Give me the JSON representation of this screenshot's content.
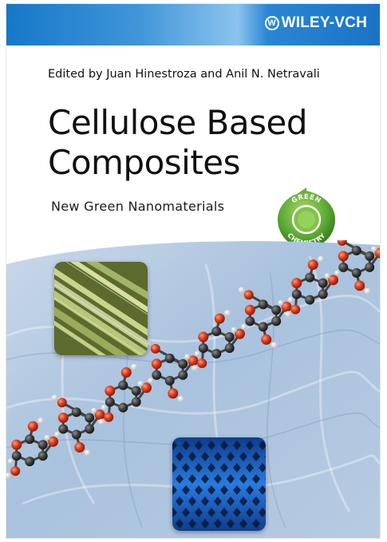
{
  "publisher": {
    "name": "WILEY-VCH",
    "logo_icon": "wiley-seal-icon"
  },
  "cover": {
    "editors_line": "Edited by Juan Hinestroza and Anil N. Netravali",
    "title_line1": "Cellulose Based",
    "title_line2": "Composites",
    "subtitle": "New Green Nanomaterials"
  },
  "badge": {
    "text_top": "GREEN",
    "text_bottom": "CHEMISTRY",
    "color": "#4e9c2c"
  },
  "colors": {
    "header_blue": "#1678c9",
    "molecule_carbon": "#3a3a3a",
    "molecule_oxygen": "#d83a1c",
    "molecule_hydrogen": "#f4f4f4",
    "fiber_green": "#b8c67a",
    "mesh_blue": "#1a5fc8"
  }
}
